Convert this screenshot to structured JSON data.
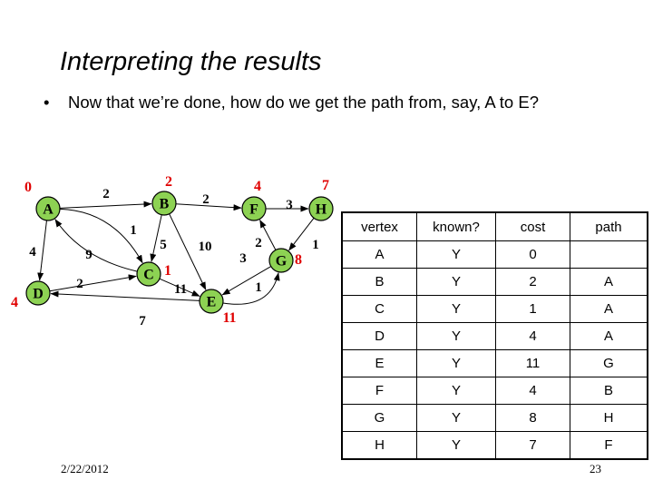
{
  "slide": {
    "title": "Interpreting the results",
    "bullet_symbol": "•",
    "bullet_text": "Now that we’re done, how do we get the path from, say, A to E?",
    "footer_date": "2/22/2012",
    "footer_page": "23"
  },
  "colors": {
    "node_fill": "#8dd253",
    "cost_text": "#e00000",
    "edge": "#000000"
  },
  "graph": {
    "nodes": [
      {
        "id": "A",
        "label": "A",
        "cost": "0"
      },
      {
        "id": "B",
        "label": "B",
        "cost": "2"
      },
      {
        "id": "C",
        "label": "C",
        "cost": "1"
      },
      {
        "id": "D",
        "label": "D",
        "cost": "4"
      },
      {
        "id": "E",
        "label": "E",
        "cost": "11"
      },
      {
        "id": "F",
        "label": "F",
        "cost": "4"
      },
      {
        "id": "G",
        "label": "G",
        "cost": "8"
      },
      {
        "id": "H",
        "label": "H",
        "cost": "7"
      }
    ],
    "edges": [
      {
        "from": "A",
        "to": "B",
        "weight": "2"
      },
      {
        "from": "A",
        "to": "C",
        "weight": "1"
      },
      {
        "from": "A",
        "to": "D",
        "weight": "4"
      },
      {
        "from": "B",
        "to": "F",
        "weight": "2"
      },
      {
        "from": "B",
        "to": "C",
        "weight": "5"
      },
      {
        "from": "B",
        "to": "E",
        "weight": "10"
      },
      {
        "from": "C",
        "to": "A",
        "weight": "9"
      },
      {
        "from": "C",
        "to": "E",
        "weight": "11"
      },
      {
        "from": "D",
        "to": "C",
        "weight": "2"
      },
      {
        "from": "E",
        "to": "D",
        "weight": "7"
      },
      {
        "from": "E",
        "to": "G",
        "weight": "1"
      },
      {
        "from": "F",
        "to": "H",
        "weight": "3"
      },
      {
        "from": "G",
        "to": "F",
        "weight": "2"
      },
      {
        "from": "G",
        "to": "E",
        "weight": "3"
      },
      {
        "from": "H",
        "to": "G",
        "weight": "1"
      }
    ]
  },
  "table": {
    "headers": [
      "vertex",
      "known?",
      "cost",
      "path"
    ],
    "rows": [
      [
        "A",
        "Y",
        "0",
        ""
      ],
      [
        "B",
        "Y",
        "2",
        "A"
      ],
      [
        "C",
        "Y",
        "1",
        "A"
      ],
      [
        "D",
        "Y",
        "4",
        "A"
      ],
      [
        "E",
        "Y",
        "11",
        "G"
      ],
      [
        "F",
        "Y",
        "4",
        "B"
      ],
      [
        "G",
        "Y",
        "8",
        "H"
      ],
      [
        "H",
        "Y",
        "7",
        "F"
      ]
    ]
  }
}
